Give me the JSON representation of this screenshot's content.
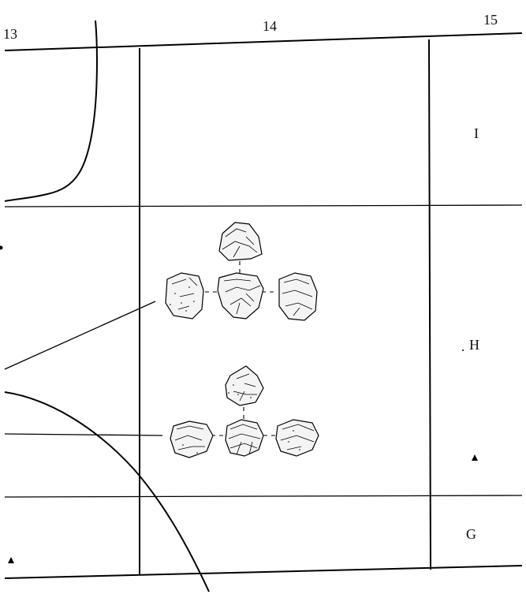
{
  "grid": {
    "columns": [
      "13",
      "14",
      "15"
    ],
    "rows": [
      "I",
      "H",
      "G"
    ]
  },
  "find_groups": [
    {
      "group": "upper",
      "views": [
        "top",
        "left",
        "center",
        "right"
      ]
    },
    {
      "group": "lower",
      "views": [
        "top",
        "left",
        "center",
        "right"
      ]
    }
  ],
  "markers": {
    "symbol": "triangle",
    "count": 2
  }
}
